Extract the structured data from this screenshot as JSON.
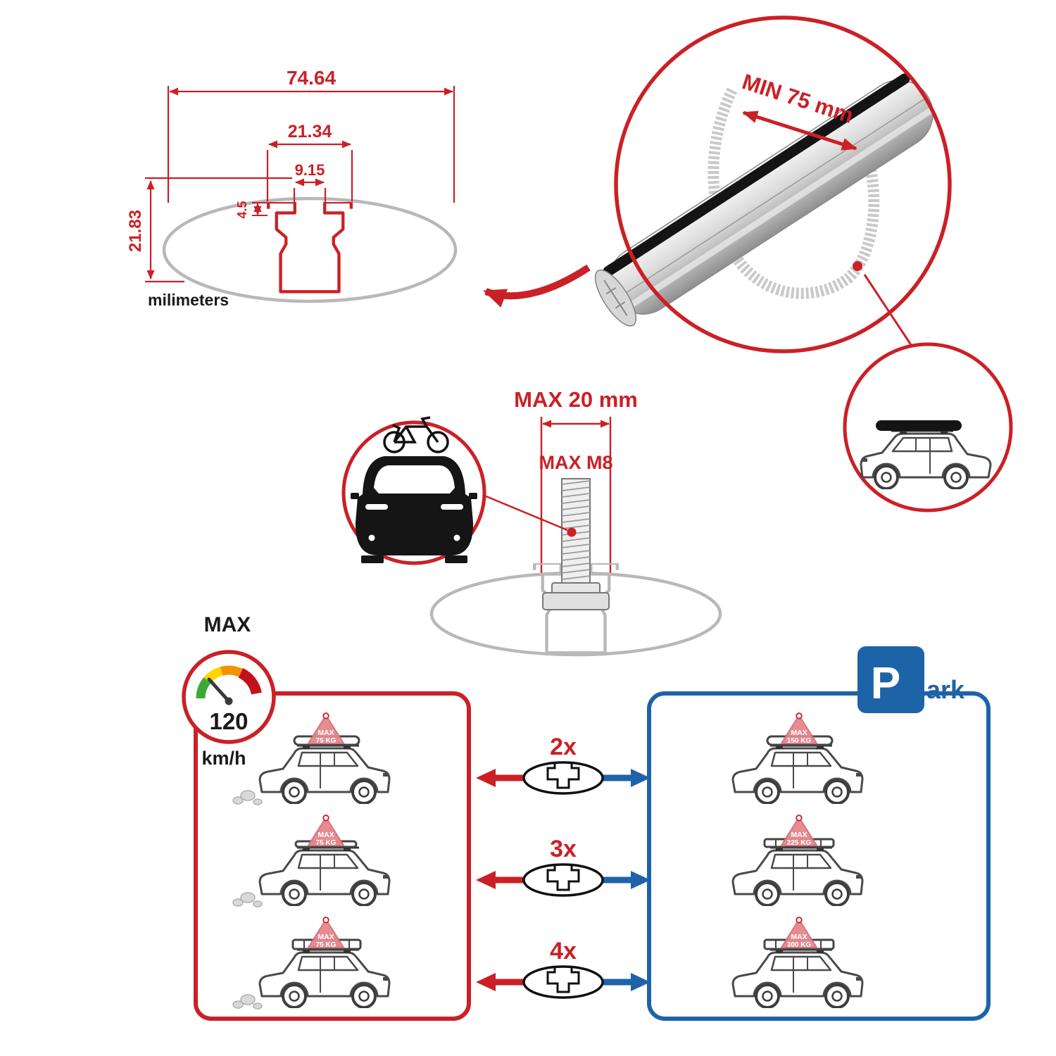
{
  "colors": {
    "red": "#cb2026",
    "blue": "#1d63a8",
    "gray": "#b8b8b8",
    "pink": "#e5868c",
    "black": "#1a1a1a"
  },
  "cross_section": {
    "width": "74.64",
    "slot_outer": "21.34",
    "slot_inner": "9.15",
    "lip_depth": "4.5",
    "height": "21.83",
    "units_label": "milimeters"
  },
  "bar_callout": {
    "min_span": "MIN 75 mm"
  },
  "bolt_spec": {
    "max_width": "MAX 20 mm",
    "max_thread": "MAX M8"
  },
  "speed_limit": {
    "label": "MAX",
    "value": "120",
    "units": "km/h"
  },
  "park_sign": {
    "letter": "P",
    "suffix": "ark"
  },
  "rows": [
    {
      "multiplier": "2x",
      "moving_max": "MAX",
      "moving_load": "75 KG",
      "parked_max": "MAX",
      "parked_load": "150 KG"
    },
    {
      "multiplier": "3x",
      "moving_max": "MAX",
      "moving_load": "75 KG",
      "parked_max": "MAX",
      "parked_load": "225 KG"
    },
    {
      "multiplier": "4x",
      "moving_max": "MAX",
      "moving_load": "75 KG",
      "parked_max": "MAX",
      "parked_load": "300 KG"
    }
  ]
}
